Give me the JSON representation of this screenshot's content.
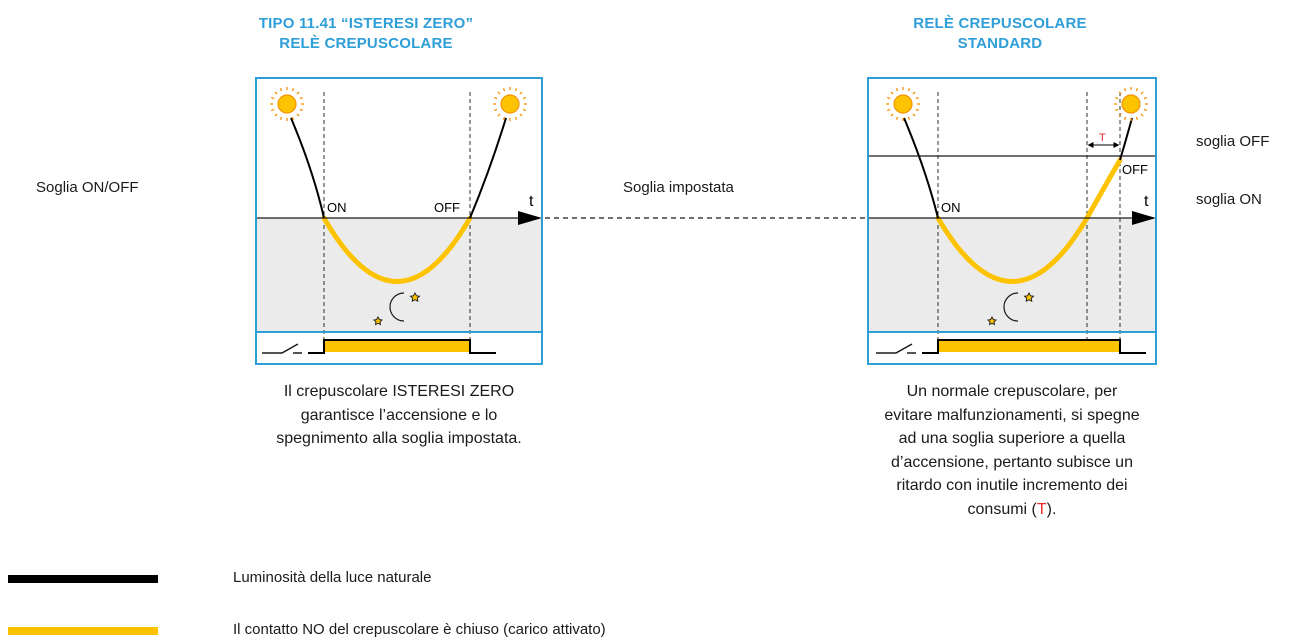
{
  "colors": {
    "accent_blue": "#2e9ed8",
    "highlight_yellow": "#fdc300",
    "sun_orange": "#f39200",
    "night_gray": "#ebebeb",
    "delay_red": "#e52b2b",
    "line_black": "#000000"
  },
  "icons": {
    "sun": "sun-icon",
    "moon_stars": "moon-stars-icon",
    "switch": "open-switch-icon"
  },
  "left_panel": {
    "title_line1": "TIPO 11.41 “ISTERESI ZERO”",
    "title_line2": "RELÈ CREPUSCOLARE",
    "on_label": "ON",
    "off_label": "OFF",
    "t_label": "t",
    "caption_lines": [
      "Il crepuscolare ISTERESI ZERO",
      "garantisce l’accensione e lo",
      "spegnimento alla soglia impostata."
    ]
  },
  "right_panel": {
    "title_line1": "RELÈ CREPUSCOLARE",
    "title_line2": "STANDARD",
    "on_label": "ON",
    "off_label": "OFF",
    "t_label": "t",
    "delay_label": "T",
    "caption_lines": [
      "Un normale crepuscolare, per",
      "evitare malfunzionamenti, si spegne",
      "ad una soglia superiore a quella",
      "d’accensione, pertanto subisce un",
      "ritardo con inutile incremento dei"
    ],
    "caption_last_prefix": "consumi (",
    "caption_last_highlight": "T",
    "caption_last_suffix": ")."
  },
  "labels": {
    "soglia_on_off": "Soglia ON/OFF",
    "soglia_impostata": "Soglia impostata",
    "soglia_off": "soglia OFF",
    "soglia_on": "soglia ON"
  },
  "legend": [
    {
      "label": "Luminosità della luce naturale",
      "color": "#000000"
    },
    {
      "label": "Il contatto NO del crepuscolare è chiuso (carico attivato)",
      "color": "#fdc300"
    }
  ]
}
